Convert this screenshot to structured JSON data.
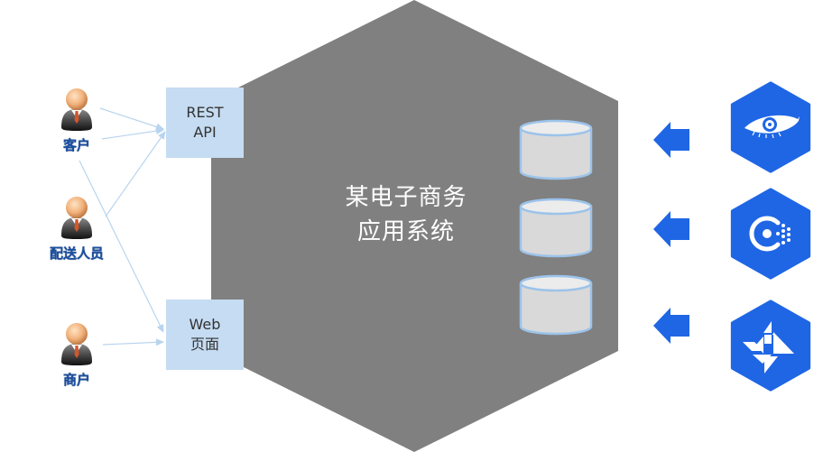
{
  "diagram": {
    "title_lines": [
      "某电子商务",
      "应用系统"
    ],
    "colors": {
      "core_hexagon": "#808080",
      "port_box": "#c5dcf2",
      "connector": "#b8d4ee",
      "database_fill": "#d9d9d9",
      "database_top": "#ececec",
      "database_stroke": "#9cc3ea",
      "adapter_blue": "#1f66e5",
      "actor_label": "#1a4fa0"
    },
    "actors": [
      {
        "id": "customer",
        "label": "客户",
        "icon": "business-person-icon"
      },
      {
        "id": "courier",
        "label": "配送人员",
        "icon": "business-person-icon"
      },
      {
        "id": "merchant",
        "label": "商户",
        "icon": "business-person-icon"
      }
    ],
    "ports": [
      {
        "id": "rest-api",
        "lines": [
          "REST",
          "API"
        ]
      },
      {
        "id": "web-page",
        "lines": [
          "Web",
          "页面"
        ]
      }
    ],
    "connections": [
      {
        "from": "customer",
        "to": "rest-api"
      },
      {
        "from": "customer",
        "to": "rest-api"
      },
      {
        "from": "courier",
        "to": "rest-api"
      },
      {
        "from": "customer",
        "to": "web-page"
      },
      {
        "from": "merchant",
        "to": "web-page"
      }
    ],
    "databases": [
      {
        "id": "db-1",
        "icon": "database-icon"
      },
      {
        "id": "db-2",
        "icon": "database-icon"
      },
      {
        "id": "db-3",
        "icon": "database-icon"
      }
    ],
    "adapters": [
      {
        "id": "adapter-eye",
        "icon": "eye-icon",
        "arrow": "arrow-left-icon"
      },
      {
        "id": "adapter-consul",
        "icon": "consul-icon",
        "arrow": "arrow-left-icon"
      },
      {
        "id": "adapter-tangram",
        "icon": "tangram-icon",
        "arrow": "arrow-left-icon"
      }
    ]
  }
}
